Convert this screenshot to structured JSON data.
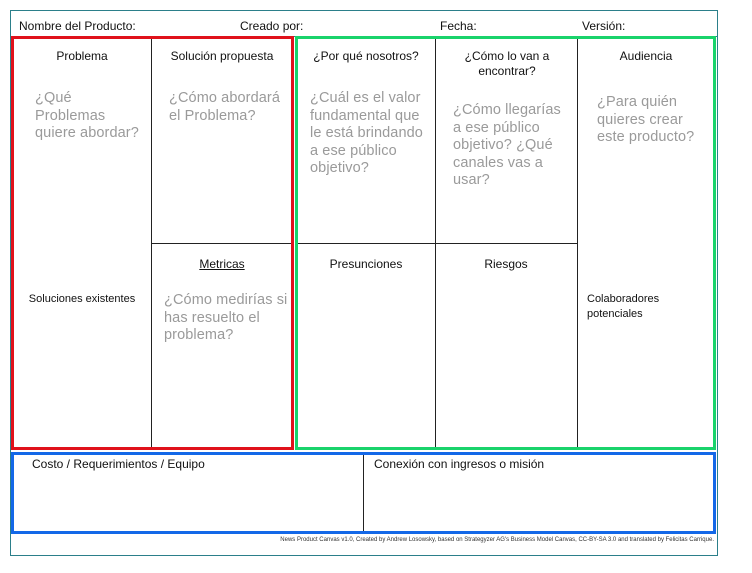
{
  "header": {
    "product_name_label": "Nombre del Producto:",
    "created_by_label": "Creado por:",
    "date_label": "Fecha:",
    "version_label": "Versión:"
  },
  "cells": {
    "problem": {
      "title": "Problema",
      "prompt": "¿Qué Problemas quiere abordar?"
    },
    "existing_solutions": {
      "title": "Soluciones existentes"
    },
    "proposed_solution": {
      "title": "Solución propuesta",
      "prompt": "¿Cómo abordará el Problema?"
    },
    "metrics": {
      "title": "Metricas",
      "prompt": "¿Cómo medirías si has resuelto el problema?"
    },
    "why_us": {
      "title": "¿Por qué nosotros?",
      "prompt": "¿Cuál es el valor fundamental que le está brindando a ese público objetivo?"
    },
    "assumptions": {
      "title": "Presunciones"
    },
    "how_find": {
      "title": "¿Cómo lo van a encontrar?",
      "prompt": "¿Cómo llegarías a ese público objetivo? ¿Qué canales vas a usar?"
    },
    "risks": {
      "title": "Riesgos"
    },
    "audience": {
      "title": "Audiencia",
      "prompt": "¿Para quién quieres crear este producto?"
    },
    "collaborators": {
      "title": "Colaboradores potenciales"
    },
    "costs": {
      "title": "Costo / Requerimientos / Equipo"
    },
    "revenue": {
      "title": "Conexión con ingresos o misión"
    }
  },
  "footer": {
    "credit": "News Product Canvas v1.0, Created by Andrew Losowsky, based on Strategyzer AG's Business Model Canvas, CC-BY-SA 3.0 and translated by Felicitas Carrique."
  },
  "colors": {
    "frame": "#2b7f8a",
    "red_group": "#e0121b",
    "green_group": "#19d36b",
    "blue_group": "#1368e8",
    "prompt_text": "#9a9a9a"
  }
}
